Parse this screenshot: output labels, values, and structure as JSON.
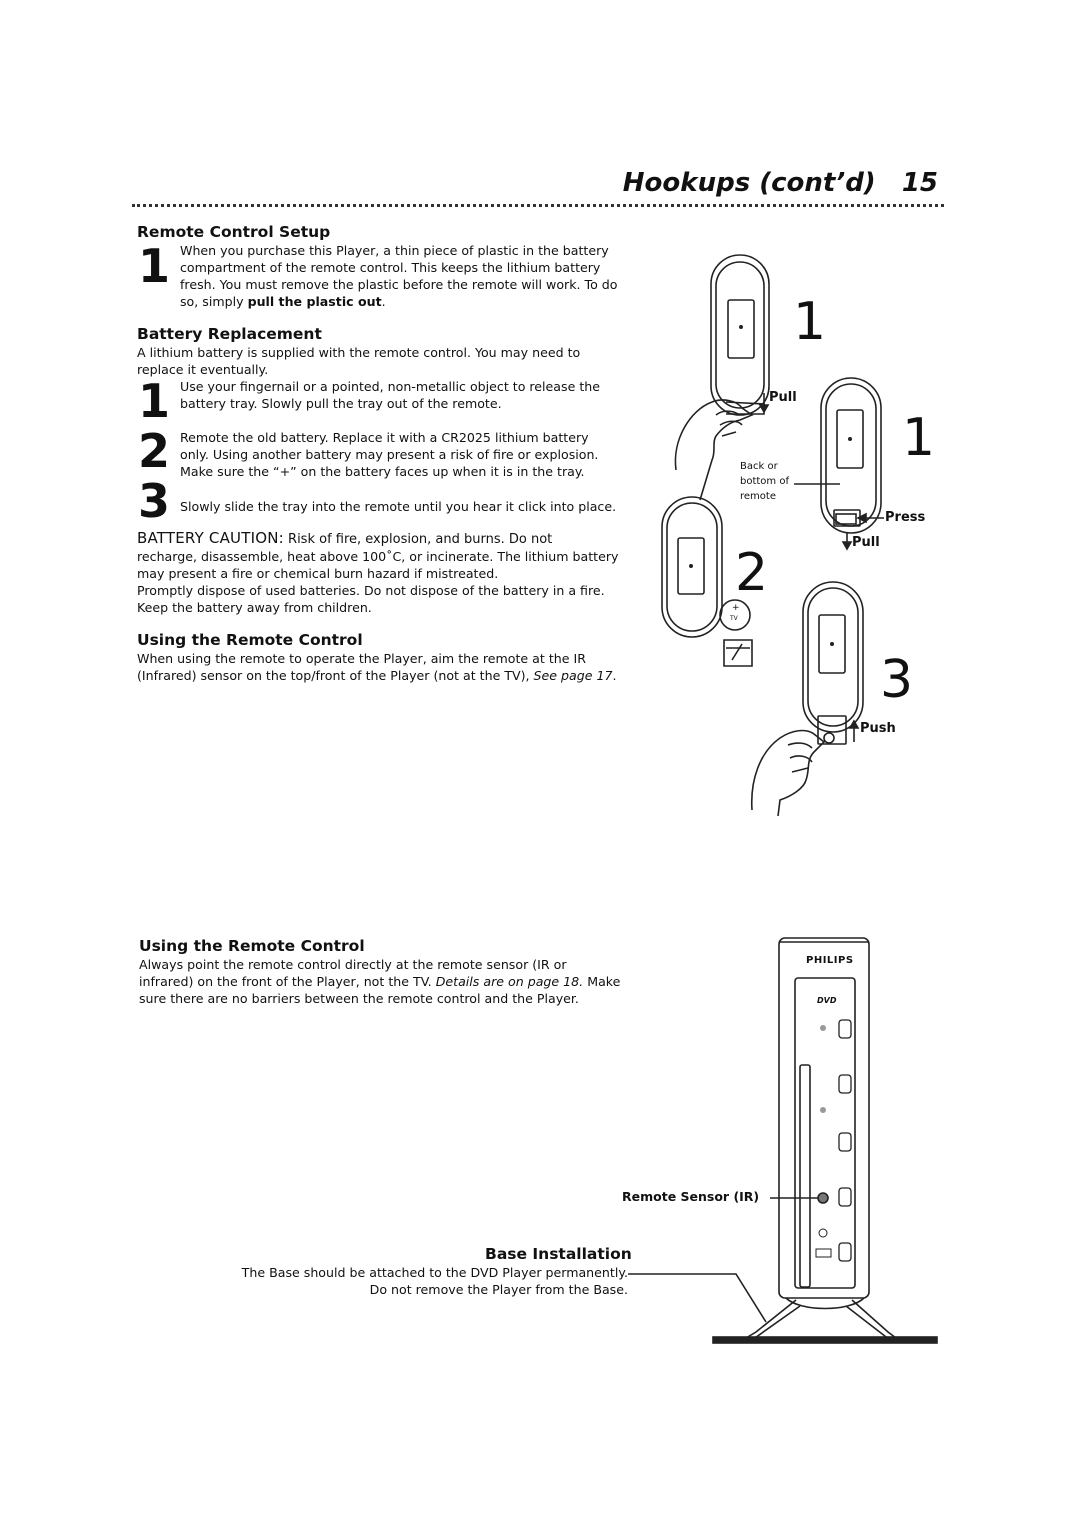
{
  "header": {
    "title": "Hookups (cont’d)",
    "page_number": "15"
  },
  "remote_setup": {
    "heading": "Remote Control Setup",
    "step_number": "1",
    "text_lines": [
      "When you purchase this Player, a thin piece of plastic in the battery",
      "compartment of the remote control. This keeps the lithium battery",
      "fresh. You must remove the plastic before the remote will work. To do"
    ],
    "last_line_prefix": "so, simply ",
    "last_line_bold": "pull the plastic out",
    "last_line_suffix": "."
  },
  "battery_replacement": {
    "heading": "Battery Replacement",
    "intro_lines": [
      "A lithium battery is supplied with the remote control. You may need to",
      "replace it eventually."
    ],
    "steps": [
      {
        "num": "1",
        "lines": [
          "Use your fingernail or a pointed, non-metallic object to release the",
          "battery tray. Slowly pull the tray out of the remote."
        ]
      },
      {
        "num": "2",
        "lines": [
          "Remote the old battery. Replace it with a CR2025 lithium battery",
          "only. Using another battery may present a risk of fire or explosion.",
          "Make sure the “+” on the battery faces up when it is in the tray."
        ]
      },
      {
        "num": "3",
        "lines": [
          "Slowly slide the tray into the remote until you hear it click into place."
        ]
      }
    ]
  },
  "caution": {
    "label": "BATTERY CAUTION:",
    "first_line_rest": " Risk of fire, explosion, and burns. Do not",
    "lines": [
      "recharge, disassemble, heat above 100˚C, or incinerate. The lithium battery",
      "may present a fire or chemical burn hazard if mistreated.",
      "Promptly dispose of used batteries. Do not dispose of the battery in a fire.",
      "Keep the battery away from children."
    ]
  },
  "using_remote_1": {
    "heading": "Using the Remote Control",
    "line1": "When using the remote to operate the Player, aim the remote at the IR",
    "line2_prefix": "(Infrared) sensor on the top/front of the Player (not at the TV), ",
    "line2_italic": "See page 17",
    "line2_suffix": "."
  },
  "using_remote_2": {
    "heading": "Using the Remote Control",
    "line1": "Always point the remote control directly at the remote sensor (IR or",
    "line2_prefix": "infrared) on the front of the Player, not the TV. ",
    "line2_italic": "Details are on page 18.",
    "line2_suffix": " Make",
    "line3": "sure there are no barriers between the remote control and the Player."
  },
  "base_installation": {
    "heading": "Base Installation",
    "line1": "The Base should be attached to the DVD Player permanently.",
    "line2": "Do not remove the Player from the Base."
  },
  "illustration": {
    "step_labels": [
      "1",
      "1",
      "2",
      "3"
    ],
    "pull_label": "Pull",
    "press_label": "Press",
    "push_label": "Push",
    "back_label_lines": [
      "Back or",
      "bottom of",
      "remote"
    ],
    "tray_label_tv": "TV",
    "tray_label_plus": "+",
    "remote_sensor_label": "Remote Sensor (IR)",
    "brand": "PHILIPS",
    "dvd_logo": "DVD"
  }
}
